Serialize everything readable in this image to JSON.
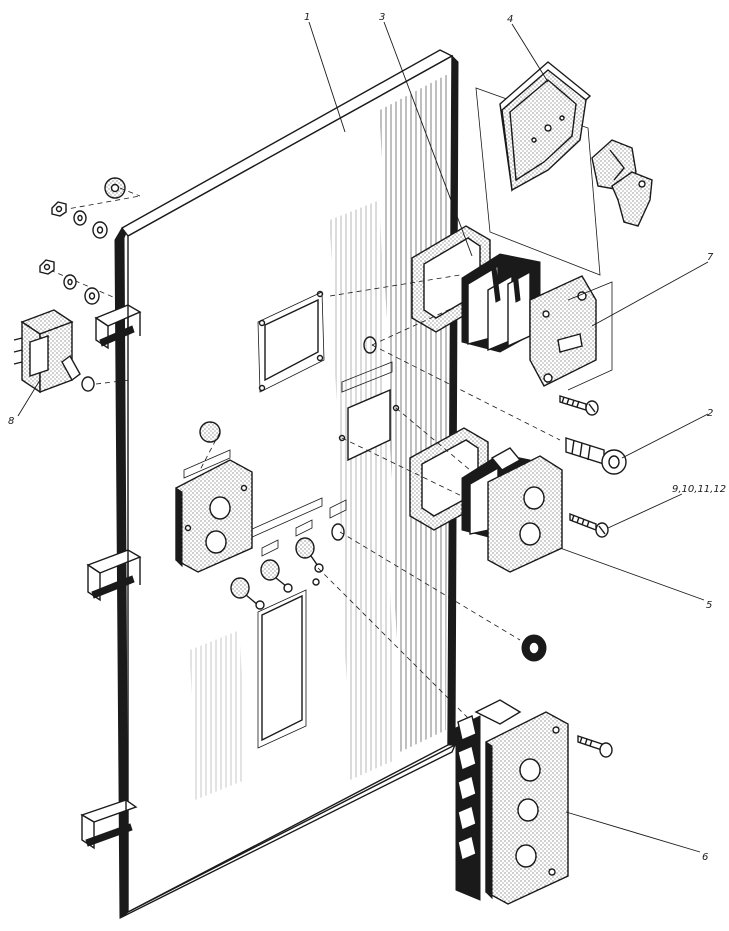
{
  "callouts": {
    "c1": "1",
    "c2": "2",
    "c3": "3",
    "c4": "4",
    "c5": "5",
    "c6": "6",
    "c7": "7",
    "c8": "8",
    "c9": "9,10,11,12"
  },
  "colors": {
    "ink": "#1a1a1a",
    "paper": "#ffffff"
  }
}
